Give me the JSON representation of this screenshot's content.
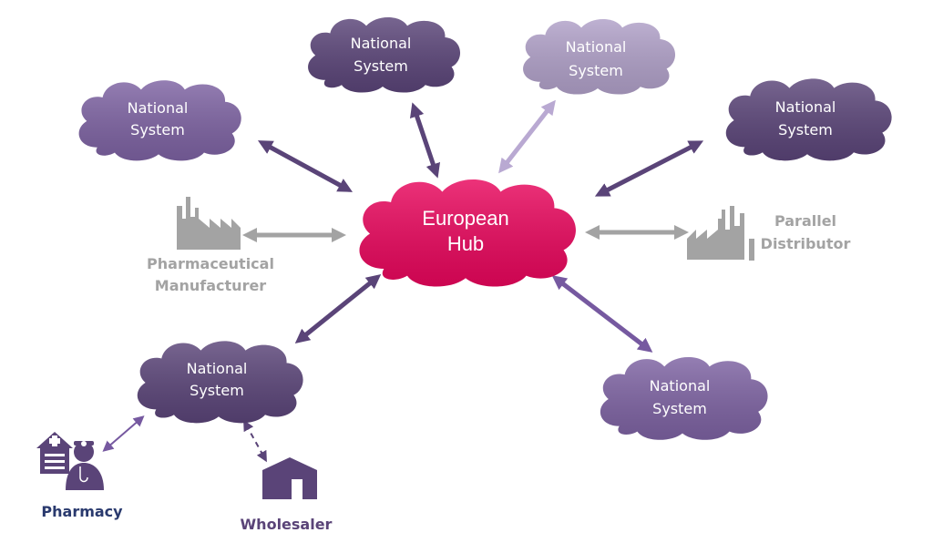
{
  "colors": {
    "hub": "#e8065c",
    "cloud_dark": "#5a4478",
    "cloud_medium": "#7d62a2",
    "cloud_light": "#b0a0c8",
    "arrow_dark": "#5a4478",
    "arrow_medium": "#7659a0",
    "arrow_light": "#b9a9d2",
    "grey": "#a3a3a3",
    "pharmacy_text": "#2a3a6e",
    "wholesaler_text": "#5a4478"
  },
  "hub": {
    "line1": "European",
    "line2": "Hub"
  },
  "clouds": {
    "top_left": {
      "line1": "National",
      "line2": "System"
    },
    "top_center": {
      "line1": "National",
      "line2": "System"
    },
    "top_right_light": {
      "line1": "National",
      "line2": "System"
    },
    "right": {
      "line1": "National",
      "line2": "System"
    },
    "bottom_left": {
      "line1": "National",
      "line2": "System"
    },
    "bottom_right": {
      "line1": "National",
      "line2": "System"
    }
  },
  "manufacturer": {
    "line1": "Pharmaceutical",
    "line2": "Manufacturer",
    "icon": "factory-icon"
  },
  "distributor": {
    "line1": "Parallel",
    "line2": "Distributor",
    "icon": "factory-icon"
  },
  "pharmacy": {
    "label": "Pharmacy",
    "icon": "pharmacist-icon"
  },
  "wholesaler": {
    "label": "Wholesaler",
    "icon": "warehouse-icon"
  }
}
